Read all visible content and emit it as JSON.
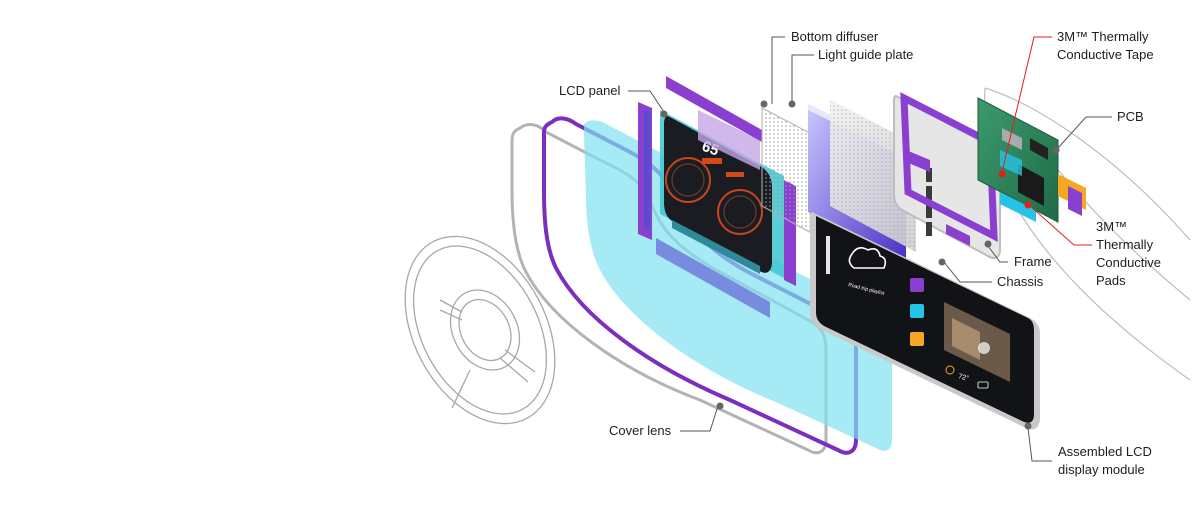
{
  "labels": {
    "bottom_diffuser": "Bottom diffuser",
    "light_guide_plate": "Light guide plate",
    "lcd_panel": "LCD panel",
    "thermal_tape": [
      "3M™ Thermally",
      "Conductive Tape"
    ],
    "pcb": "PCB",
    "thermal_pads": [
      "3M™",
      "Thermally",
      "Conductive",
      "Pads"
    ],
    "frame": "Frame",
    "chassis": "Chassis",
    "cover_lens": "Cover lens",
    "assembled": [
      "Assembled LCD",
      "display module"
    ]
  },
  "cluster_screen": {
    "speed": "65"
  },
  "infotainment_screen": {
    "playlist_title": "Road trip playlist",
    "temperature": "72°"
  },
  "colors": {
    "purple": "#7b2fbe",
    "cyan": "#7fe1f0",
    "leader_gray": "#555555",
    "leader_red": "#e0201b",
    "pcb_green": "#2e7d5a"
  }
}
